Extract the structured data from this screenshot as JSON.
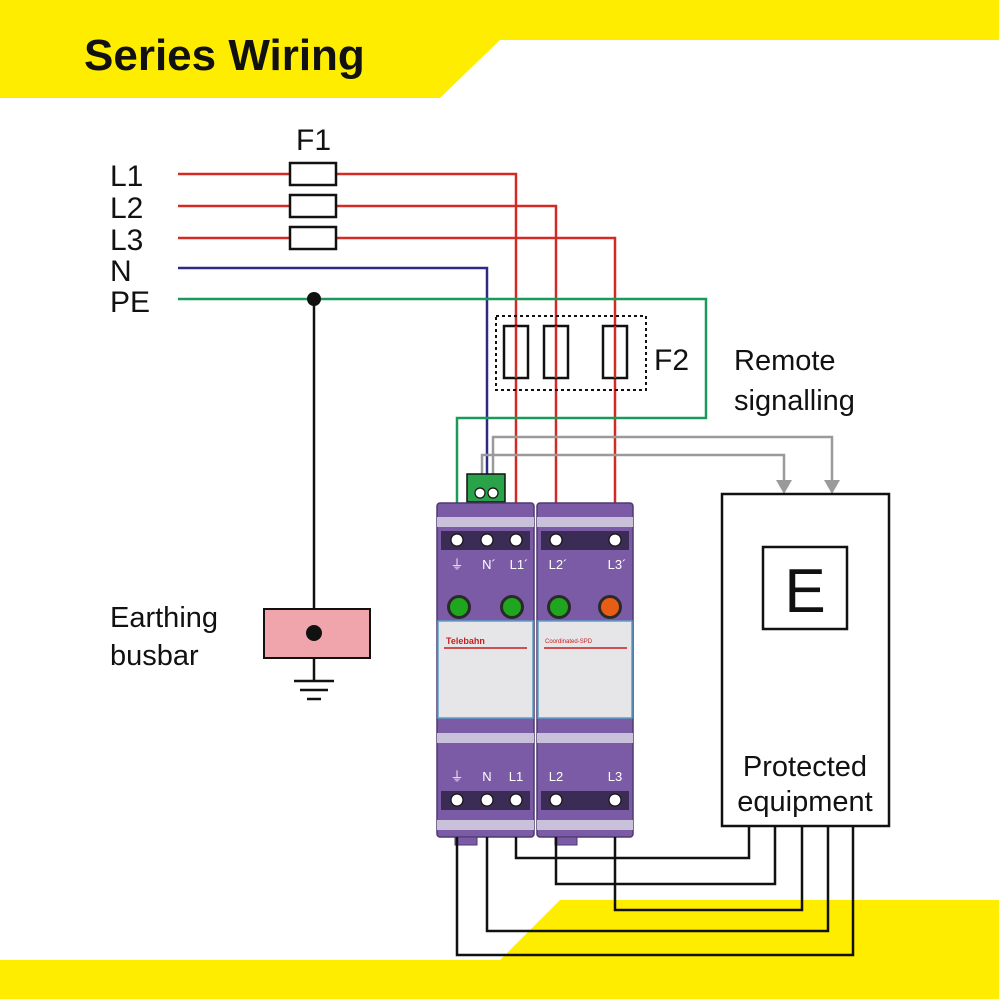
{
  "title": "Series Wiring",
  "lines": {
    "l1": "L1",
    "l2": "L2",
    "l3": "L3",
    "n": "N",
    "pe": "PE"
  },
  "fuse_labels": {
    "f1": "F1",
    "f2": "F2"
  },
  "remote": {
    "line1": "Remote",
    "line2": "signalling"
  },
  "earthing": {
    "line1": "Earthing",
    "line2": "busbar"
  },
  "equipment": {
    "symbol": "E",
    "line1": "Protected",
    "line2": "equipment"
  },
  "spd": {
    "brand": "Telebahn",
    "module2_text": "Coordinated-SPD",
    "top_terminals": [
      "⏚",
      "N´",
      "L1´",
      "L2´",
      "L3´"
    ],
    "bottom_terminals": [
      "⏚",
      "N",
      "L1",
      "L2",
      "L3"
    ]
  },
  "colors": {
    "banner": "#ffed00",
    "phase": "#d42a25",
    "neutral": "#2e2a83",
    "pe": "#1a9a5a",
    "signal": "#9a9a9a",
    "module": "#7b5aa6",
    "indicator_ok": "#1fa61f",
    "indicator_fault": "#e85d16",
    "busbar": "#f0a5ac"
  }
}
